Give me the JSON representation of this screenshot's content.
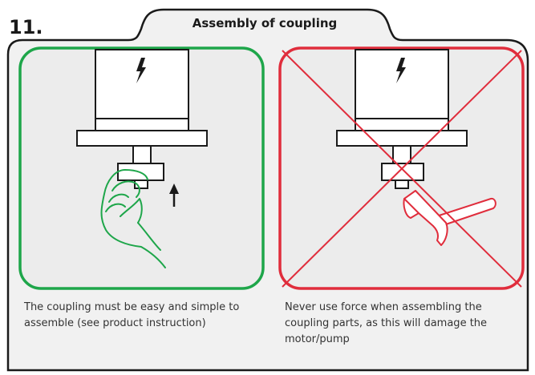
{
  "step": {
    "number": "11."
  },
  "section": {
    "title": "Assembly of coupling"
  },
  "panels": {
    "correct": {
      "caption": "The coupling must be easy and simple to assemble (see product instruction)",
      "status": "correct",
      "border_color": "#1ea64a"
    },
    "incorrect": {
      "caption": "Never use force when assembling the coupling parts, as this will damage the motor/pump",
      "status": "incorrect",
      "border_color": "#e02d3c"
    }
  },
  "colors": {
    "panel_fill": "#ececec",
    "outline": "#1a1a1a",
    "hand": "#1ea64a",
    "hammer": "#e02d3c"
  },
  "icons": {
    "motor_symbol": "lightning-bolt-icon",
    "direction": "arrow-up-icon"
  }
}
